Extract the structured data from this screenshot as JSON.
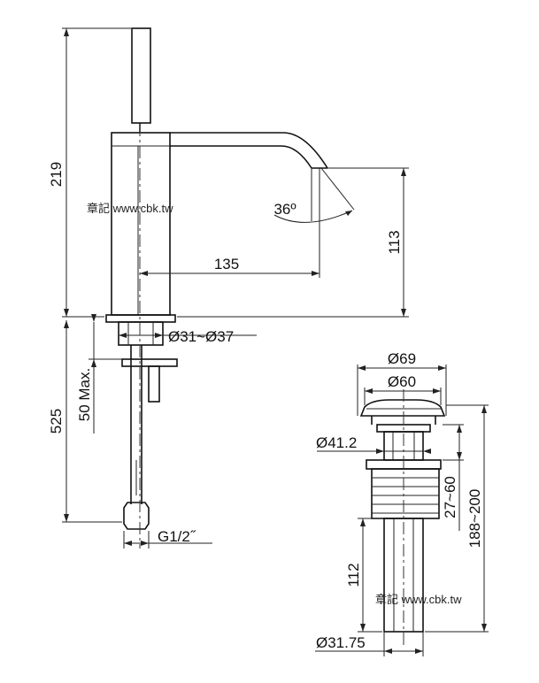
{
  "dimensions": {
    "height_total": "219",
    "height_spout": "113",
    "reach": "135",
    "angle": "36º",
    "hole_diameter": "Ø31~Ø37",
    "below_length": "525",
    "deck_thickness": "50 Max.",
    "thread": "G1/2˝",
    "waste_top_outer": "Ø69",
    "waste_top_inner": "Ø60",
    "waste_body": "Ø41.2",
    "waste_adjust": "27~60",
    "waste_total": "188~200",
    "waste_tail": "112",
    "waste_pipe": "Ø31.75"
  },
  "watermarks": [
    "章記 www.cbk.tw",
    "章記 www.cbk.tw"
  ],
  "colors": {
    "line": "#222222",
    "background": "#ffffff"
  }
}
